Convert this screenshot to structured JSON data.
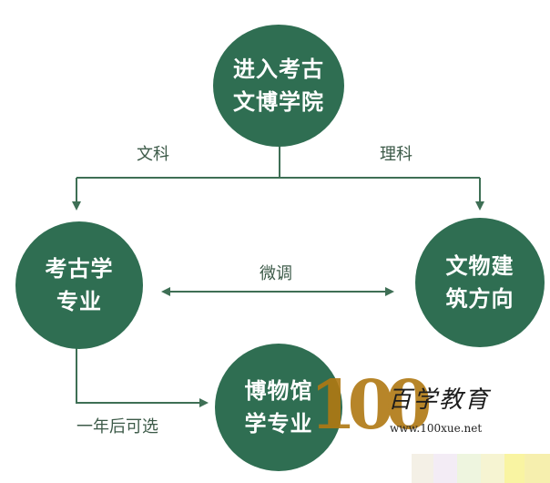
{
  "colors": {
    "node_fill": "#2f6e52",
    "edge": "#3e6f55",
    "watermark": "#b07812"
  },
  "nodes": {
    "start": {
      "line1": "进入考古",
      "line2": "文博学院"
    },
    "archaeology": {
      "line1": "考古学",
      "line2": "专业"
    },
    "relics": {
      "line1": "文物建",
      "line2": "筑方向"
    },
    "museum": {
      "line1": "博物馆",
      "line2": "学专业"
    }
  },
  "edges": {
    "liberal_arts": "文科",
    "science": "理科",
    "adjust": "微调",
    "after_one_year": "一年后可选"
  },
  "watermark": {
    "number": "100",
    "brand": "百学教育",
    "url": "www.100xue.net"
  }
}
